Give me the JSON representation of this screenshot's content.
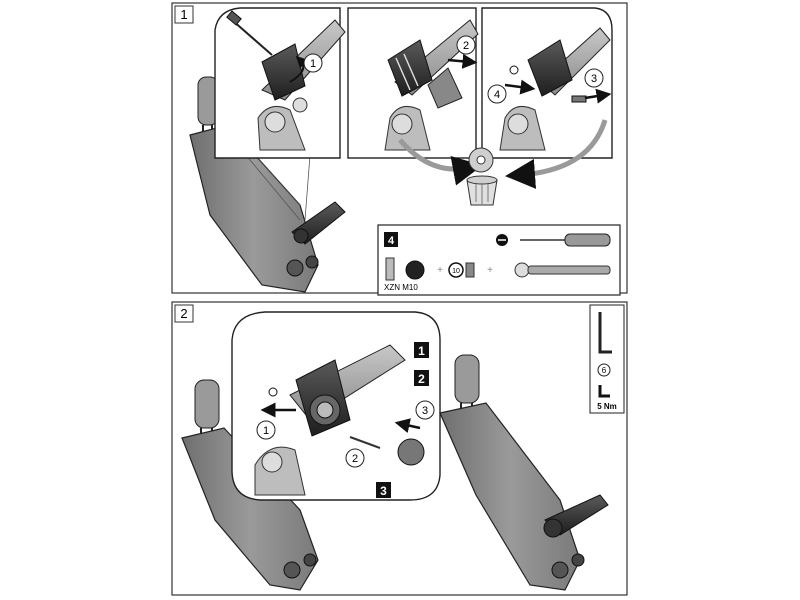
{
  "panels": [
    {
      "number": "1",
      "steps": [
        "1",
        "2",
        "3",
        "4"
      ],
      "parts_box": {
        "part_number": "4",
        "bolt_label": "XZN M10",
        "washer_label": "10",
        "plus": "+"
      }
    },
    {
      "number": "2",
      "steps": [
        "1",
        "2",
        "3"
      ],
      "part_numbers": [
        "1",
        "2",
        "3"
      ],
      "tool_box": {
        "hex_size": "6",
        "torque": "5 Nm"
      }
    }
  ]
}
